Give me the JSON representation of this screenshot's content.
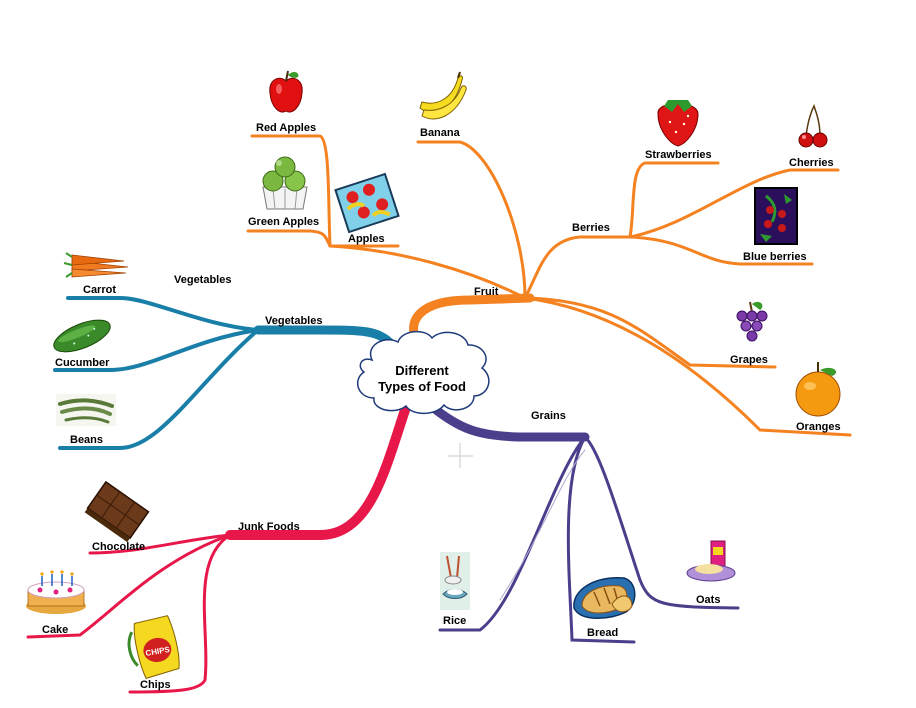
{
  "center": {
    "line1": "Different",
    "line2": "Types of Food"
  },
  "colors": {
    "fruit": "#f58220",
    "vegetables": "#1a7fa8",
    "junk": "#e8174a",
    "grains": "#4b3f8c"
  },
  "fruit": {
    "label": "Fruit",
    "apples": {
      "label": "Apples",
      "red": "Red Apples",
      "green": "Green Apples"
    },
    "banana": "Banana",
    "berries": {
      "label": "Berries",
      "strawberries": "Strawberries",
      "cherries": "Cherries",
      "blueberries": "Blue berries"
    },
    "grapes": "Grapes",
    "oranges": "Oranges"
  },
  "vegetables": {
    "label": "Vegetables",
    "floating_label": "Vegetables",
    "carrot": "Carrot",
    "cucumber": "Cucumber",
    "beans": "Beans"
  },
  "junk": {
    "label": "Junk Foods",
    "chocolate": "Chocolate",
    "cake": "Cake",
    "chips": "Chips",
    "chips_bag_text": "CHIPS"
  },
  "grains": {
    "label": "Grains",
    "rice": "Rice",
    "bread": "Bread",
    "oats": "Oats"
  },
  "icons": [
    "red-apple-icon",
    "green-apples-icon",
    "apples-box-icon",
    "banana-icon",
    "strawberry-icon",
    "cherries-icon",
    "blueberries-icon",
    "grapes-icon",
    "orange-icon",
    "carrot-icon",
    "cucumber-icon",
    "beans-icon",
    "chocolate-icon",
    "cake-icon",
    "chips-icon",
    "rice-icon",
    "bread-icon",
    "oats-icon"
  ]
}
